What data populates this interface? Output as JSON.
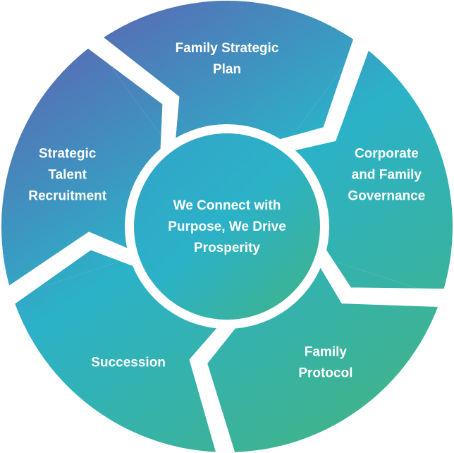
{
  "colors": {
    "purple": "#5a69b4",
    "teal": "#2bb2c8",
    "green": "#3fb38e",
    "gap": "#ffffff",
    "text": "#ffffff"
  },
  "center": {
    "lines": [
      "We Connect with",
      "Purpose, We Drive",
      "Prosperity"
    ]
  },
  "segments": [
    {
      "id": "family-strategic-plan",
      "lines": [
        "Family Strategic",
        "Plan"
      ]
    },
    {
      "id": "corporate-family-governance",
      "lines": [
        "Corporate",
        "and Family",
        "Governance"
      ]
    },
    {
      "id": "family-protocol",
      "lines": [
        "Family",
        "Protocol"
      ]
    },
    {
      "id": "succession",
      "lines": [
        "Succession"
      ]
    },
    {
      "id": "strategic-talent-recruitment",
      "lines": [
        "Strategic",
        "Talent",
        "Recruitment"
      ]
    }
  ]
}
